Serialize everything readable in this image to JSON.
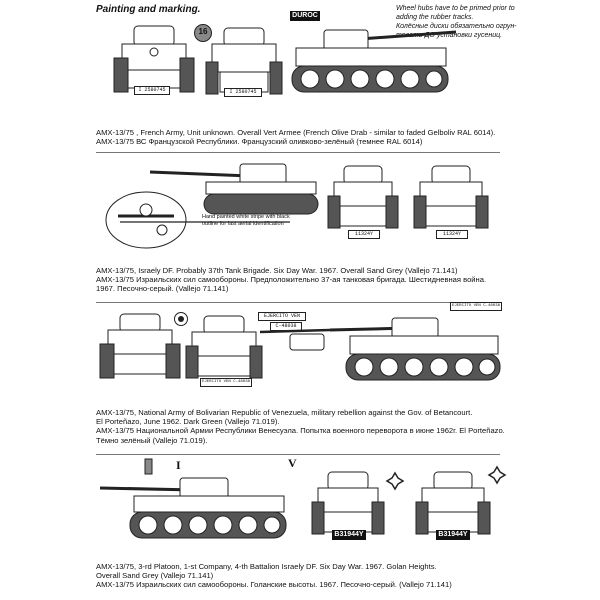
{
  "page": {
    "title": "Painting and marking.",
    "note_lines": [
      "Wheel hubs have to be primed prior to",
      "adding the rubber tracks.",
      "Колёсные диски обязательно огрун-",
      "товать ДО установки гусениц."
    ]
  },
  "sections": [
    {
      "caption": [
        "AMX-13/75 , French Army, Unit unknown. Overall Vert Armee (French Olive Drab - similar to faded Gelboliv RAL 6014).",
        "AMX-13/75 ВС Французской Республики. Французский оливково-зелёный (темнее RAL 6014)"
      ],
      "markings": {
        "nameplate": "DUROC",
        "number": "16",
        "plate_front": "I 2580745",
        "plate_rear": "I 2580745"
      }
    },
    {
      "caption": [
        "AMX-13/75, Israely DF. Probably 37th Tank Brigade. Six Day War. 1967. Overall Sand Grey (Vallejo 71.141)",
        "AMX-13/75 Израильских сил самообороны. Предположительно 37-ая танковая бригада. Шестидневная война.",
        "1967. Песочно-серый. (Vallejo 71.141)"
      ],
      "annotation": [
        "Hand painted white stripe with black",
        "outline for fast aerial identification"
      ],
      "markings": {
        "plate_front": "11324Y",
        "plate_rear": "11324Y"
      }
    },
    {
      "caption": [
        "AMX-13/75, National Army of Bolivarian Republic of Venezuela, military rebellion against the Gov. of Betancourt.",
        "El Porteñazo, June 1962. Dark Green (Vallejo 71.019).",
        "AMX-13/75 Национальной Армии Республики Венесуэла. Попытка военного переворота в июне 1962г. El Porteñazo.",
        "Тёмно зелёный  (Vallejo 71.019)."
      ],
      "markings": {
        "plate_a": "EJERCITO VEN",
        "plate_b": "C-48038",
        "plate_c": "EJERCITO VEN C-48038"
      }
    },
    {
      "caption": [
        "AMX-13/75, 3-rd Platoon, 1-st Company, 4-th Battalion Israely DF. Six Day War. 1967. Golan Heights.",
        "Overall Sand Grey (Vallejo 71.141)",
        "AMX-13/75 Израильских сил самообороны. Голанские высоты. 1967. Песочно-серый. (Vallejo 71.141)"
      ],
      "markings": {
        "bar_symbol": "I",
        "chevron": "V",
        "plate_front": "B31944Y",
        "plate_rear": "B31944Y"
      }
    }
  ]
}
